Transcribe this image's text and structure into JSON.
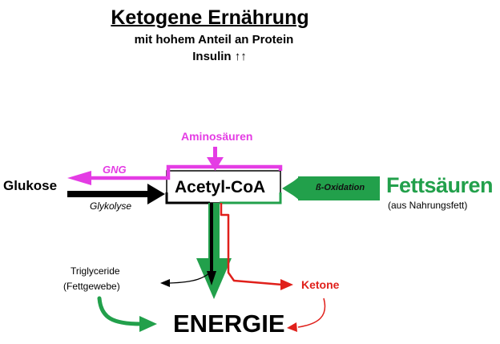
{
  "title": "Ketogene Ernährung",
  "subtitle": "mit hohem Anteil an Protein",
  "insulin": "Insulin ↑↑",
  "nodes": {
    "aminosaeuren": "Aminosäuren",
    "gng": "GNG",
    "glukose": "Glukose",
    "glykolyse": "Glykolyse",
    "acetyl_coa": "Acetyl-CoA",
    "beta_oxidation": "ß-Oxidation",
    "fettsaeuren": "Fettsäuren",
    "fettsaeuren_sub": "(aus Nahrungsfett)",
    "triglyceride_line1": "Triglyceride",
    "triglyceride_line2": "(Fettgewebe)",
    "ketone": "Ketone",
    "energie": "ENERGIE"
  },
  "colors": {
    "protein_magenta": "#e43ce4",
    "fat_green": "#22a04b",
    "ketone_red": "#e0201b",
    "glucose_black": "#000000"
  }
}
